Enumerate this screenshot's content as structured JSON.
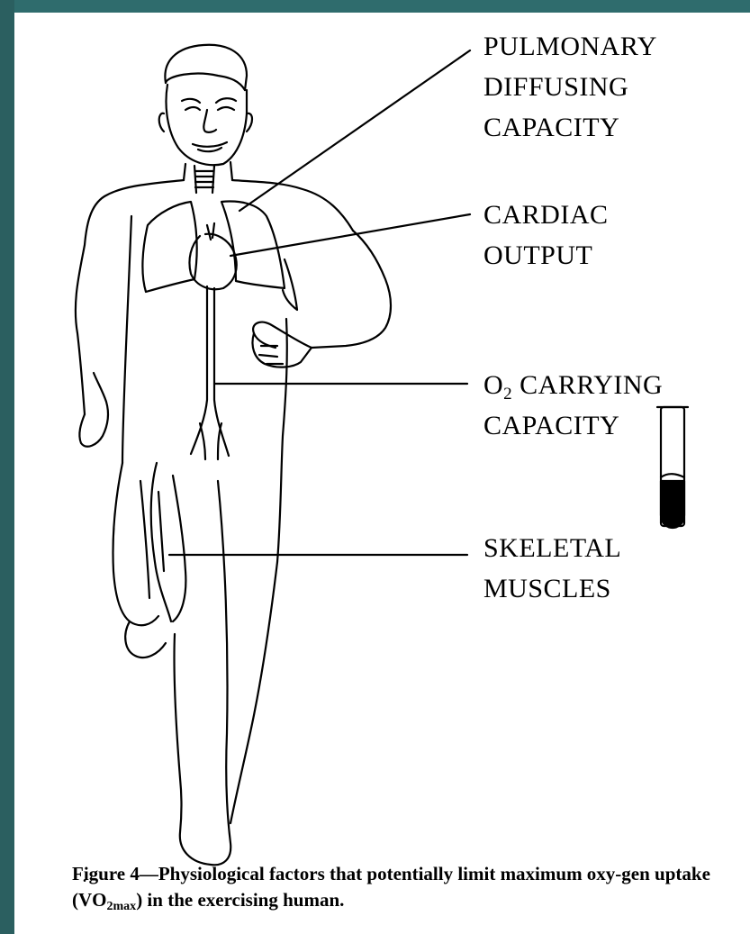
{
  "labels": {
    "pulmonary": [
      "PULMONARY",
      "DIFFUSING",
      "CAPACITY"
    ],
    "cardiac": [
      "CARDIAC",
      "OUTPUT"
    ],
    "o2": {
      "o_symbol": "O",
      "o_subscript": "2",
      "line1_rest": " CARRYING",
      "line2": "CAPACITY"
    },
    "skeletal": [
      "SKELETAL",
      "MUSCLES"
    ]
  },
  "caption": {
    "lead": "Figure 4—Physiological factors that potentially limit maximum oxy-gen uptake (",
    "v": "V",
    "o": "O",
    "sub": "2max",
    "tail": ") in the exercising human."
  },
  "icons": [
    "runner-figure-drawing",
    "blood-test-tube-icon"
  ],
  "colors": {
    "frame": "#2e6a6b",
    "panel": "#ffffff",
    "ink": "#000000"
  }
}
